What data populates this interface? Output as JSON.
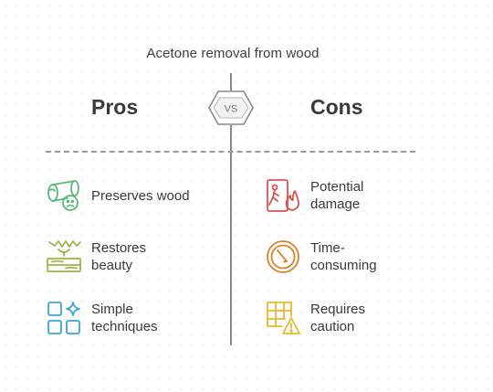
{
  "title": "Acetone removal from wood",
  "pros": {
    "heading": "Pros",
    "items": [
      {
        "label": "Preserves wood",
        "icon": "log-icon"
      },
      {
        "label": "Restores\nbeauty",
        "icon": "refinished-wood-icon"
      },
      {
        "label": "Simple\ntechniques",
        "icon": "grid-sparkle-icon"
      }
    ]
  },
  "cons": {
    "heading": "Cons",
    "items": [
      {
        "label": "Potential\ndamage",
        "icon": "fire-hazard-icon"
      },
      {
        "label": "Time-\nconsuming",
        "icon": "timer-icon"
      },
      {
        "label": "Requires\ncaution",
        "icon": "grid-warning-icon"
      }
    ]
  },
  "vs_label": "VS",
  "colors": {
    "pros_green": "#5bb87a",
    "pros_olive": "#9ab54a",
    "pros_blue": "#3aa5d6",
    "cons_red": "#d9534f",
    "cons_orange": "#d9822b",
    "cons_yellow": "#e8b92e",
    "divider": "#8a8a8a"
  }
}
